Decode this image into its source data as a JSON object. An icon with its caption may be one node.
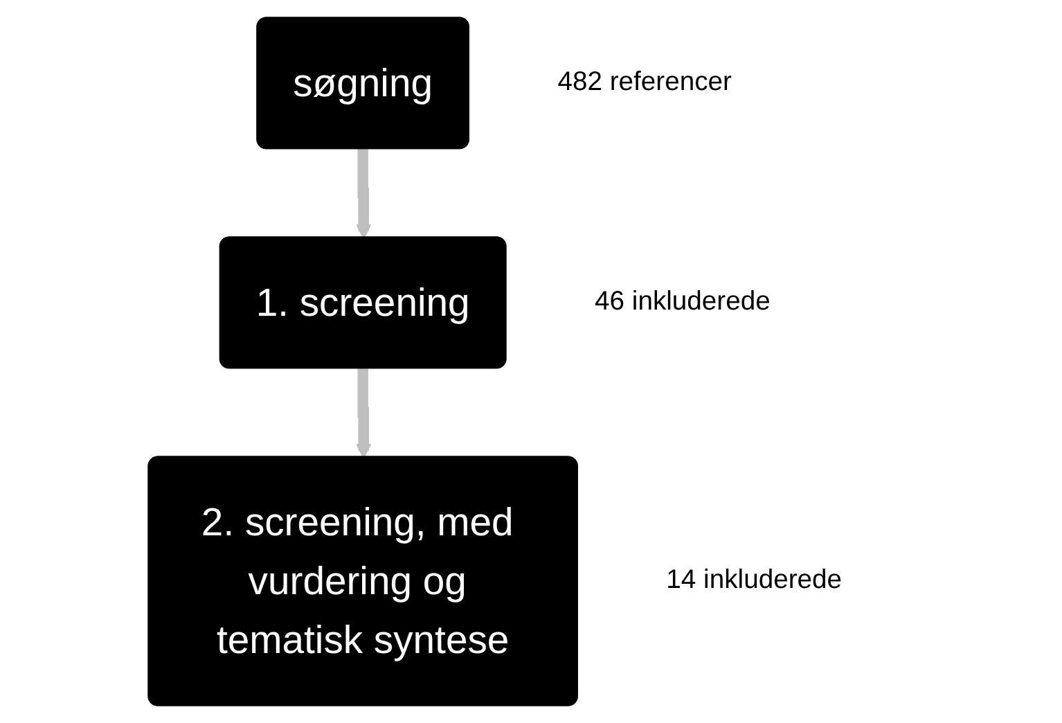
{
  "diagram": {
    "nodes": [
      {
        "text": [
          "søgning"
        ],
        "beside": [
          "482 referencer"
        ]
      },
      {
        "text": [
          "1. screening"
        ],
        "beside": [
          "46 inkluderede"
        ]
      },
      {
        "text": [
          "2. screening, med vurdering og tematisk syntese"
        ],
        "beside": [
          "14 inkluderede"
        ]
      }
    ],
    "edges": [
      {
        "from": 0,
        "to": 1,
        "arrow": "to"
      },
      {
        "from": 1,
        "to": 2,
        "arrow": "to"
      }
    ]
  }
}
